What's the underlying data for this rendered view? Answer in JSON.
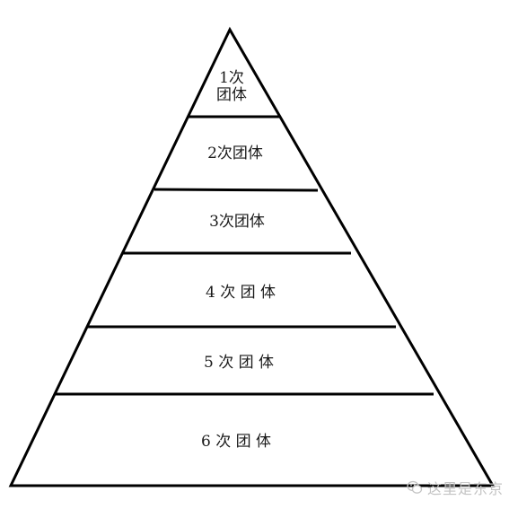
{
  "diagram": {
    "type": "pyramid",
    "tiers": [
      {
        "line1": "1次",
        "line2": "团体"
      },
      {
        "line1": "2次团体",
        "line2": ""
      },
      {
        "line1": "3次团体",
        "line2": ""
      },
      {
        "line1": "4 次 团 体",
        "line2": ""
      },
      {
        "line1": "5 次 团 体",
        "line2": ""
      },
      {
        "line1": "6 次 团 体",
        "line2": ""
      }
    ]
  },
  "watermark": {
    "text": "这里是东京",
    "icon": "wechat-icon"
  }
}
